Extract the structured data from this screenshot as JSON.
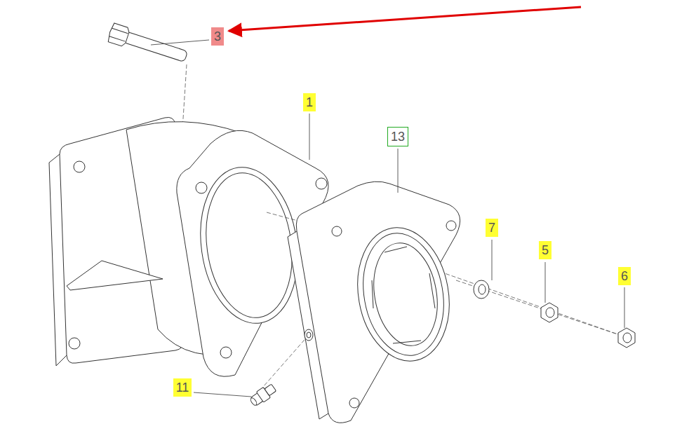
{
  "diagram": {
    "labels": [
      "3",
      "1",
      "13",
      "7",
      "5",
      "6",
      "11"
    ]
  }
}
